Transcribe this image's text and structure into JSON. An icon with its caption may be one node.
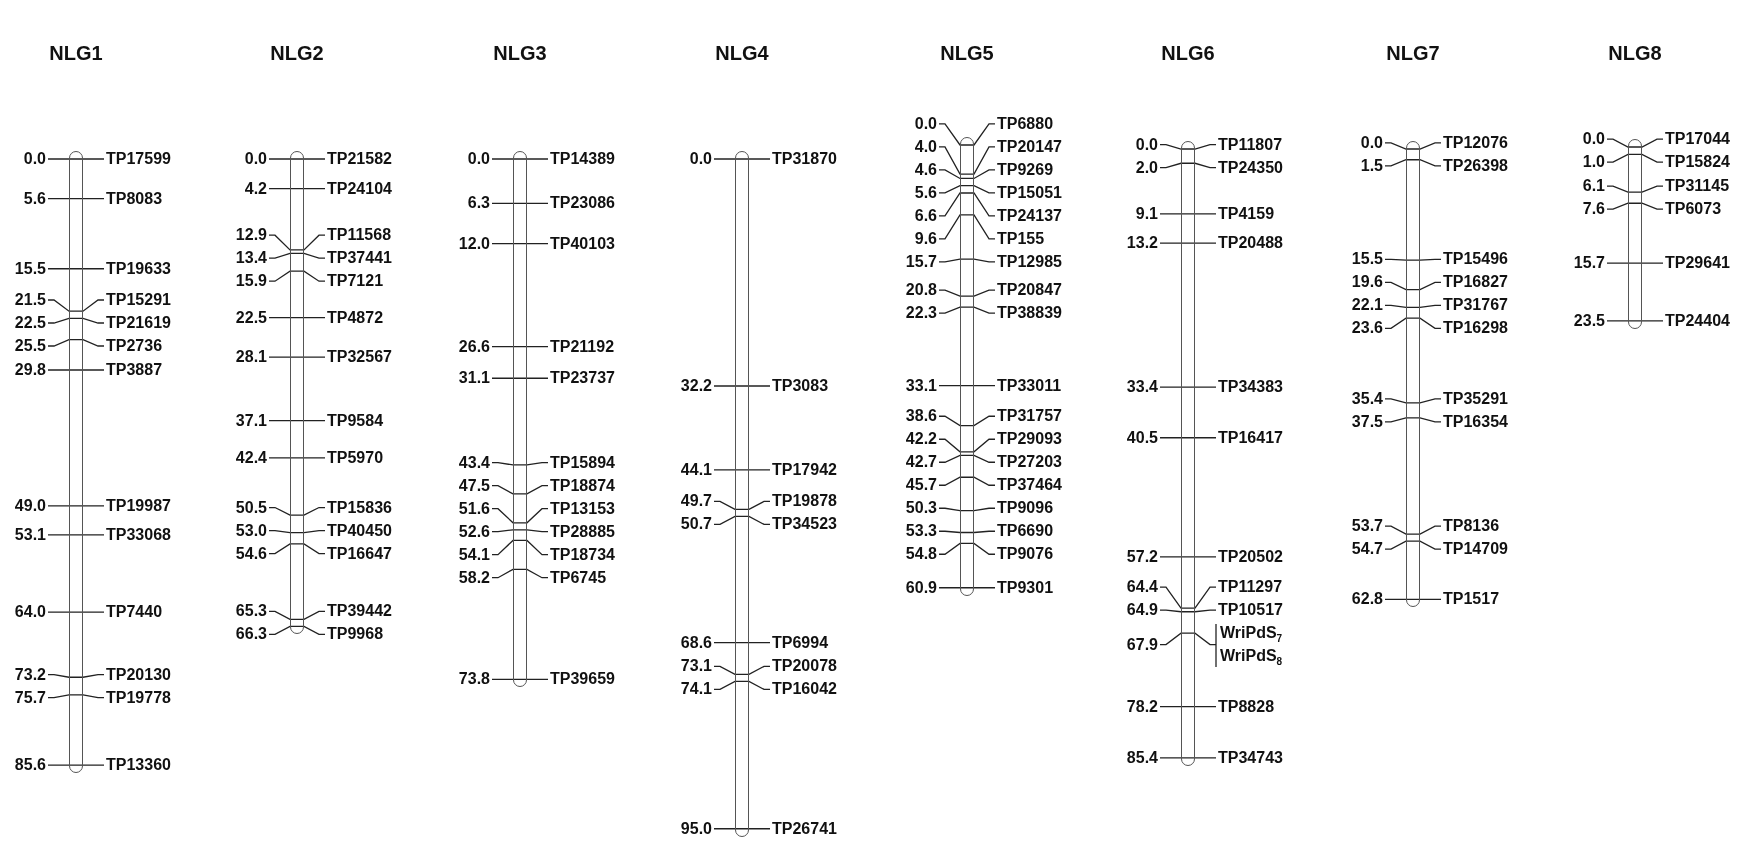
{
  "diagram": {
    "nodes": [
      {
        "text": [
          "NLG1"
        ],
        "beside": [
          "0.0",
          "TP17599",
          "5.6",
          "TP8083",
          "15.5",
          "TP19633",
          "21.5",
          "TP15291",
          "22.5",
          "TP21619",
          "25.5",
          "TP2736",
          "29.8",
          "TP3887",
          "49.0",
          "TP19987",
          "53.1",
          "TP33068",
          "64.0",
          "TP7440",
          "73.2",
          "TP20130",
          "75.7",
          "TP19778",
          "85.6",
          "TP13360"
        ]
      },
      {
        "text": [
          "NLG2"
        ],
        "beside": [
          "0.0",
          "TP21582",
          "4.2",
          "TP24104",
          "12.9",
          "TP11568",
          "13.4",
          "TP37441",
          "15.9",
          "TP7121",
          "22.5",
          "TP4872",
          "28.1",
          "TP32567",
          "37.1",
          "TP9584",
          "42.4",
          "TP5970",
          "50.5",
          "TP15836",
          "53.0",
          "TP40450",
          "54.6",
          "TP16647",
          "65.3",
          "TP39442",
          "66.3",
          "TP9968"
        ]
      },
      {
        "text": [
          "NLG3"
        ],
        "beside": [
          "0.0",
          "TP14389",
          "6.3",
          "TP23086",
          "12.0",
          "TP40103",
          "26.6",
          "TP21192",
          "31.1",
          "TP23737",
          "43.4",
          "TP15894",
          "47.5",
          "TP18874",
          "51.6",
          "TP13153",
          "52.6",
          "TP28885",
          "54.1",
          "TP18734",
          "58.2",
          "TP6745",
          "73.8",
          "TP39659"
        ]
      },
      {
        "text": [
          "NLG4"
        ],
        "beside": [
          "0.0",
          "TP31870",
          "32.2",
          "TP3083",
          "44.1",
          "TP17942",
          "49.7",
          "TP19878",
          "50.7",
          "TP34523",
          "68.6",
          "TP6994",
          "73.1",
          "TP20078",
          "74.1",
          "TP16042",
          "95.0",
          "TP26741"
        ]
      },
      {
        "text": [
          "NLG5"
        ],
        "beside": [
          "0.0",
          "TP6880",
          "4.0",
          "TP20147",
          "4.6",
          "TP9269",
          "5.6",
          "TP15051",
          "6.6",
          "TP24137",
          "9.6",
          "TP155",
          "15.7",
          "TP12985",
          "20.8",
          "TP20847",
          "22.3",
          "TP38839",
          "33.1",
          "TP33011",
          "38.6",
          "TP31757",
          "42.2",
          "TP29093",
          "42.7",
          "TP27203",
          "45.7",
          "TP37464",
          "50.3",
          "TP9096",
          "53.3",
          "TP6690",
          "54.8",
          "TP9076",
          "60.9",
          "TP9301"
        ]
      },
      {
        "text": [
          "NLG6"
        ],
        "beside": [
          "0.0",
          "TP11807",
          "2.0",
          "TP24350",
          "9.1",
          "TP4159",
          "13.2",
          "TP20488",
          "33.4",
          "TP34383",
          "40.5",
          "TP16417",
          "57.2",
          "TP20502",
          "64.4",
          "TP11297",
          "64.9",
          "TP10517",
          "67.9",
          "WriPdS$_{7}$",
          "WriPdS$_{8}$",
          "78.2",
          "TP8828",
          "85.4",
          "TP34743"
        ]
      },
      {
        "text": [
          "NLG7"
        ],
        "beside": [
          "0.0",
          "TP12076",
          "1.5",
          "TP26398",
          "15.5",
          "TP15496",
          "19.6",
          "TP16827",
          "22.1",
          "TP31767",
          "23.6",
          "TP16298",
          "35.4",
          "TP35291",
          "37.5",
          "TP16354",
          "53.7",
          "TP8136",
          "54.7",
          "TP14709",
          "62.8",
          "TP1517"
        ]
      },
      {
        "text": [
          "NLG8"
        ],
        "beside": [
          "0.0",
          "TP17044",
          "1.0",
          "TP15824",
          "6.1",
          "TP31145",
          "7.6",
          "TP6073",
          "15.7",
          "TP29641",
          "23.5",
          "TP24404"
        ]
      }
    ]
  }
}
